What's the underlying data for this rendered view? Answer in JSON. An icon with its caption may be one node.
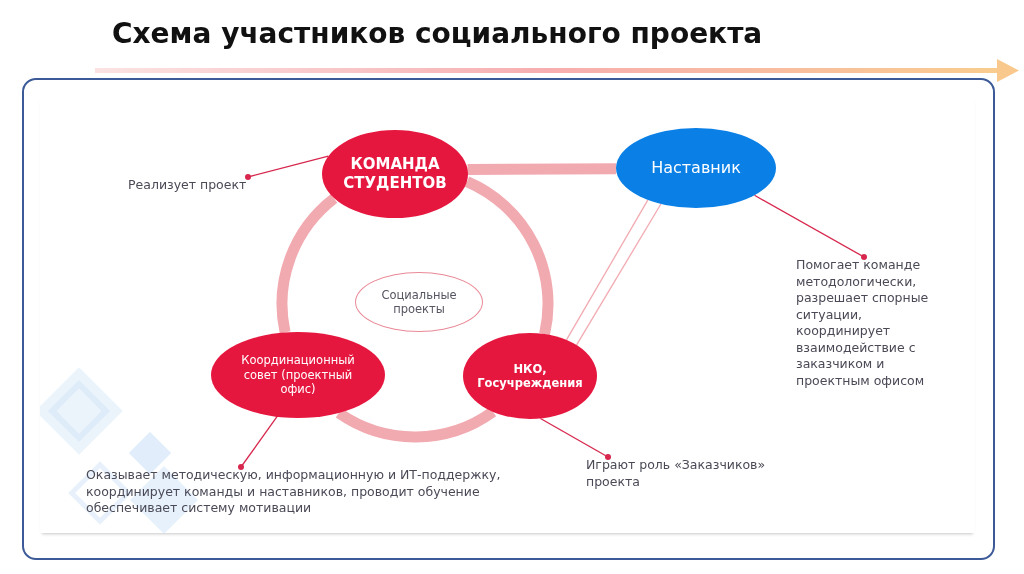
{
  "diagram": {
    "title": "Схема участников социального проекта",
    "nodes": [
      {
        "text": [
          "КОМАНДА СТУДЕНТОВ"
        ]
      },
      {
        "text": [
          "Наставник"
        ]
      },
      {
        "text": [
          "Социальные проекты"
        ]
      },
      {
        "text": [
          "Координационный совет (проектный офис)"
        ]
      },
      {
        "text": [
          "НКО, Госучреждения"
        ]
      },
      {
        "text": [
          "Реализует проект"
        ]
      },
      {
        "text": [
          "Помогает команде методологически, разрешает спорные ситуации, координирует взаимодействие с заказчиком и проектным офисом"
        ]
      },
      {
        "text": [
          "Играют роль «Заказчиков» проекта"
        ]
      },
      {
        "text": [
          "Оказывает методическую, информационную и ИТ-поддержку, координирует команды и наставников, проводит обучение обеспечивает систему мотивации"
        ]
      }
    ],
    "edges": [
      {
        "from": 0,
        "to": 1,
        "arrow": "none",
        "style": "thick"
      },
      {
        "from": 0,
        "to": 4,
        "arrow": "none",
        "style": "thick"
      },
      {
        "from": 4,
        "to": 3,
        "arrow": "none",
        "style": "thick"
      },
      {
        "from": 3,
        "to": 0,
        "arrow": "none",
        "style": "thick"
      },
      {
        "from": 1,
        "to": 4,
        "arrow": "none"
      },
      {
        "from": 1,
        "to": 4,
        "arrow": "none"
      },
      {
        "from": 5,
        "to": 0,
        "arrow": "other",
        "color": "#d7274d"
      },
      {
        "from": 6,
        "to": 1,
        "arrow": "other",
        "color": "#d7274d"
      },
      {
        "from": 7,
        "to": 4,
        "arrow": "other",
        "color": "#d7274d"
      },
      {
        "from": 8,
        "to": 3,
        "arrow": "other",
        "color": "#d7274d"
      }
    ]
  }
}
